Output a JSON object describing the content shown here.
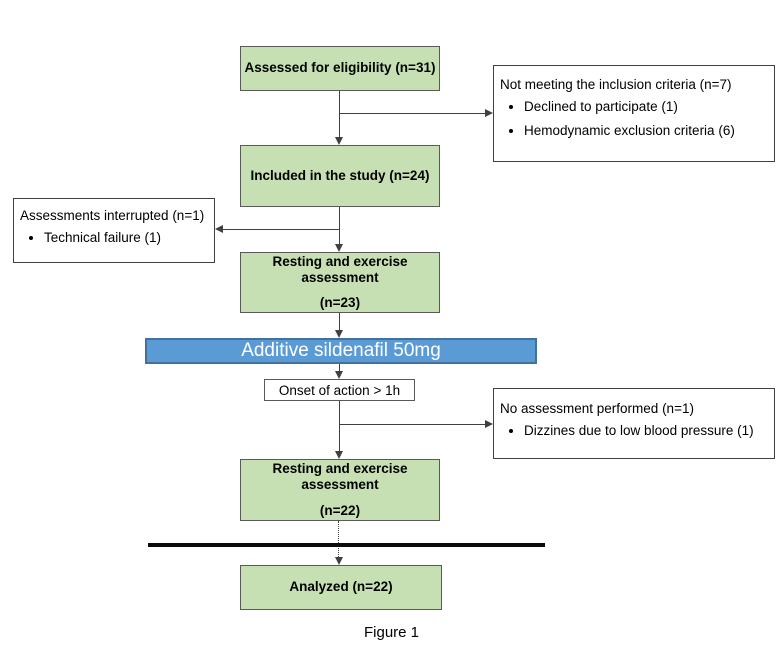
{
  "diagram": {
    "caption": "Figure 1",
    "colors": {
      "process_box_fill": "#c6e0b4",
      "process_box_border": "#595959",
      "banner_fill": "#5b9bd5",
      "banner_border": "#41719c",
      "annotation_box_border": "#404040",
      "connector": "#404040"
    },
    "nodes": {
      "eligibility": {
        "label": "Assessed for eligibility (n=31)"
      },
      "not_meeting": {
        "title": "Not meeting the inclusion criteria  (n=7)",
        "bullets": [
          "Declined to participate (1)",
          "Hemodynamic exclusion criteria (6)"
        ]
      },
      "included": {
        "label": "Included in the study (n=24)"
      },
      "interrupted": {
        "title": "Assessments interrupted (n=1)",
        "bullets": [
          "Technical failure (1)"
        ]
      },
      "resting_23": {
        "label": "Resting and exercise assessment",
        "n": "(n=23)"
      },
      "sildenafil": {
        "label": "Additive sildenafil 50mg"
      },
      "onset": {
        "label": "Onset of action > 1h"
      },
      "no_assessment": {
        "title": "No assessment performed (n=1)",
        "bullets": [
          "Dizzines due to low blood pressure (1)"
        ]
      },
      "resting_22": {
        "label": "Resting and exercise assessment",
        "n": "(n=22)"
      },
      "analyzed": {
        "label": "Analyzed (n=22)"
      }
    }
  }
}
